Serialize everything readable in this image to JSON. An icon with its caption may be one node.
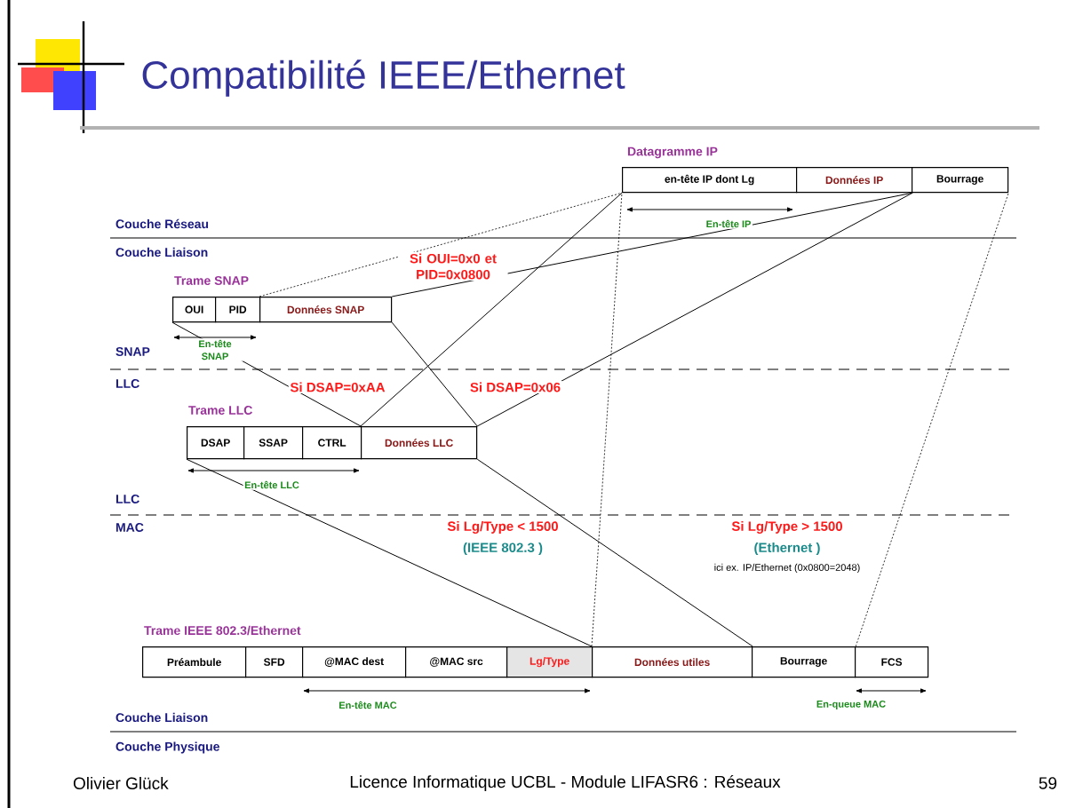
{
  "diagram": {
    "title": "Compatibilité IEEE/Ethernet",
    "nodes": [
      {
        "text": [
          "en-tête IP dont Lg"
        ]
      },
      {
        "text": [
          "Données IP"
        ]
      },
      {
        "text": [
          "Bourrage"
        ]
      },
      {
        "text": [
          "OUI"
        ]
      },
      {
        "text": [
          "PID"
        ]
      },
      {
        "text": [
          "Données SNAP"
        ]
      },
      {
        "text": [
          "DSAP"
        ]
      },
      {
        "text": [
          "SSAP"
        ]
      },
      {
        "text": [
          "CTRL"
        ]
      },
      {
        "text": [
          "Données LLC"
        ]
      },
      {
        "text": [
          "Préambule"
        ]
      },
      {
        "text": [
          "SFD"
        ]
      },
      {
        "text": [
          "@MAC dest"
        ]
      },
      {
        "text": [
          "@MAC src"
        ]
      },
      {
        "text": [
          "Lg/Type"
        ]
      },
      {
        "text": [
          "Données utiles"
        ]
      },
      {
        "text": [
          "Bourrage"
        ]
      },
      {
        "text": [
          "FCS"
        ]
      }
    ],
    "edges": [
      {
        "from": 5,
        "to": 0,
        "arrow": "none",
        "style": "dashed"
      },
      {
        "from": 5,
        "to": 1,
        "arrow": "none"
      },
      {
        "from": 9,
        "to": 3,
        "arrow": "none"
      },
      {
        "from": 9,
        "to": 5,
        "arrow": "none"
      },
      {
        "from": 9,
        "to": 0,
        "arrow": "none"
      },
      {
        "from": 9,
        "to": 1,
        "arrow": "none"
      },
      {
        "from": 15,
        "to": 6,
        "arrow": "none"
      },
      {
        "from": 15,
        "to": 9,
        "arrow": "none"
      },
      {
        "from": 15,
        "to": 0,
        "arrow": "none",
        "style": "dashed"
      },
      {
        "from": 16,
        "to": 2,
        "arrow": "none",
        "style": "dashed"
      }
    ],
    "labels": [
      "Datagramme IP",
      "Couche Réseau",
      "En-tête IP",
      "Couche Liaison",
      "Si OUI=0x0 et PID=0x0800",
      "Trame SNAP",
      "En-tête SNAP",
      "SNAP",
      "LLC",
      "Si DSAP=0xAA",
      "Si DSAP=0x06",
      "Trame LLC",
      "En-tête LLC",
      "LLC",
      "MAC",
      "Si Lg/Type < 1500",
      "Si Lg/Type > 1500",
      "(IEEE 802.3 )",
      "(Ethernet )",
      "ici ex. IP/Ethernet (0x0800=2048)",
      "Trame IEEE 802.3/Ethernet",
      "En-tête MAC",
      "En-queue MAC",
      "Couche Liaison",
      "Couche Physique",
      "Olivier Glück",
      "Licence Informatique UCBL - Module LIFASR6 : Réseaux",
      "59"
    ]
  }
}
